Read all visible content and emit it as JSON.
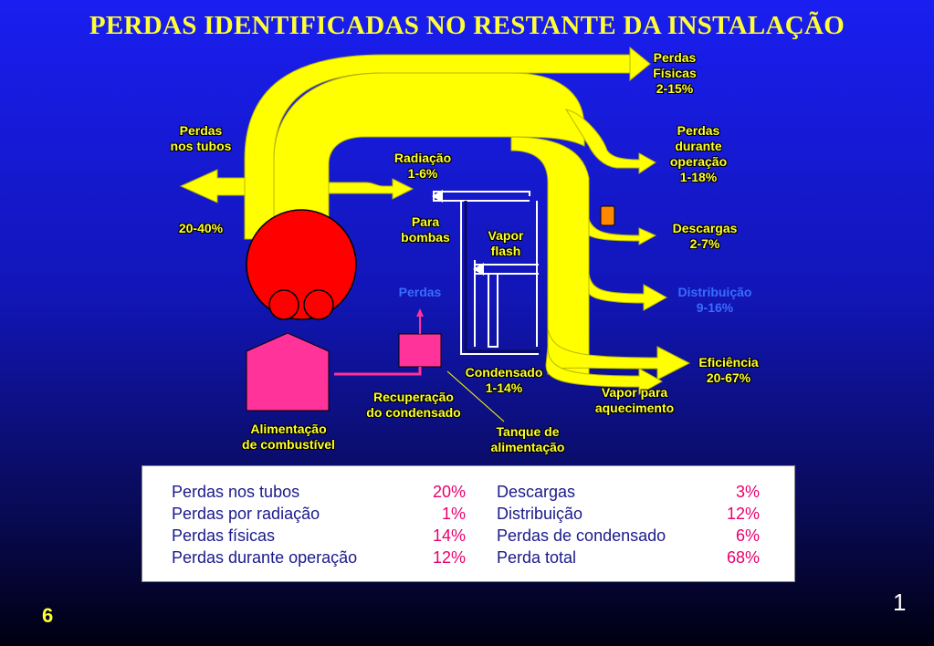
{
  "title": "PERDAS IDENTIFICADAS NO RESTANTE DA INSTALAÇÃO",
  "labels": {
    "perdas_fisicas": "Perdas\nFísicas\n2-15%",
    "perdas_tubos": "Perdas\nnos tubos",
    "perdas_tubos_pct": "20-40%",
    "radiacao": "Radiação\n1-6%",
    "perdas_operacao": "Perdas\ndurante\noperação\n1-18%",
    "para_bombas": "Para\nbombas",
    "vapor_flash": "Vapor\nflash",
    "descargas": "Descargas\n2-7%",
    "perdas": "Perdas",
    "distribuicao": "Distribuição\n9-16%",
    "eficiencia": "Eficiência\n20-67%",
    "condensado": "Condensado\n1-14%",
    "recuperacao": "Recuperação\ndo condensado",
    "vapor_aquecimento": "Vapor para\naquecimento",
    "alimentacao_combustivel": "Alimentação\nde combustível",
    "tanque": "Tanque de\nalimentação"
  },
  "table": {
    "left": [
      {
        "name": "Perdas nos tubos",
        "value": "20%"
      },
      {
        "name": "Perdas por radiação",
        "value": "1%"
      },
      {
        "name": "Perdas físicas",
        "value": "14%"
      },
      {
        "name": "Perdas durante operação",
        "value": "12%"
      }
    ],
    "right": [
      {
        "name": "Descargas",
        "value": "3%"
      },
      {
        "name": "Distribuição",
        "value": "12%"
      },
      {
        "name": "Perdas de condensado",
        "value": "6%"
      },
      {
        "name": "Perda total",
        "value": "68%"
      }
    ]
  },
  "page_number": "6",
  "slide_number": "1",
  "colors": {
    "flow": "#ffff00",
    "boiler": "#ff0000",
    "pink": "#ff3399",
    "label": "#ffff33",
    "value": "#e8006e"
  }
}
